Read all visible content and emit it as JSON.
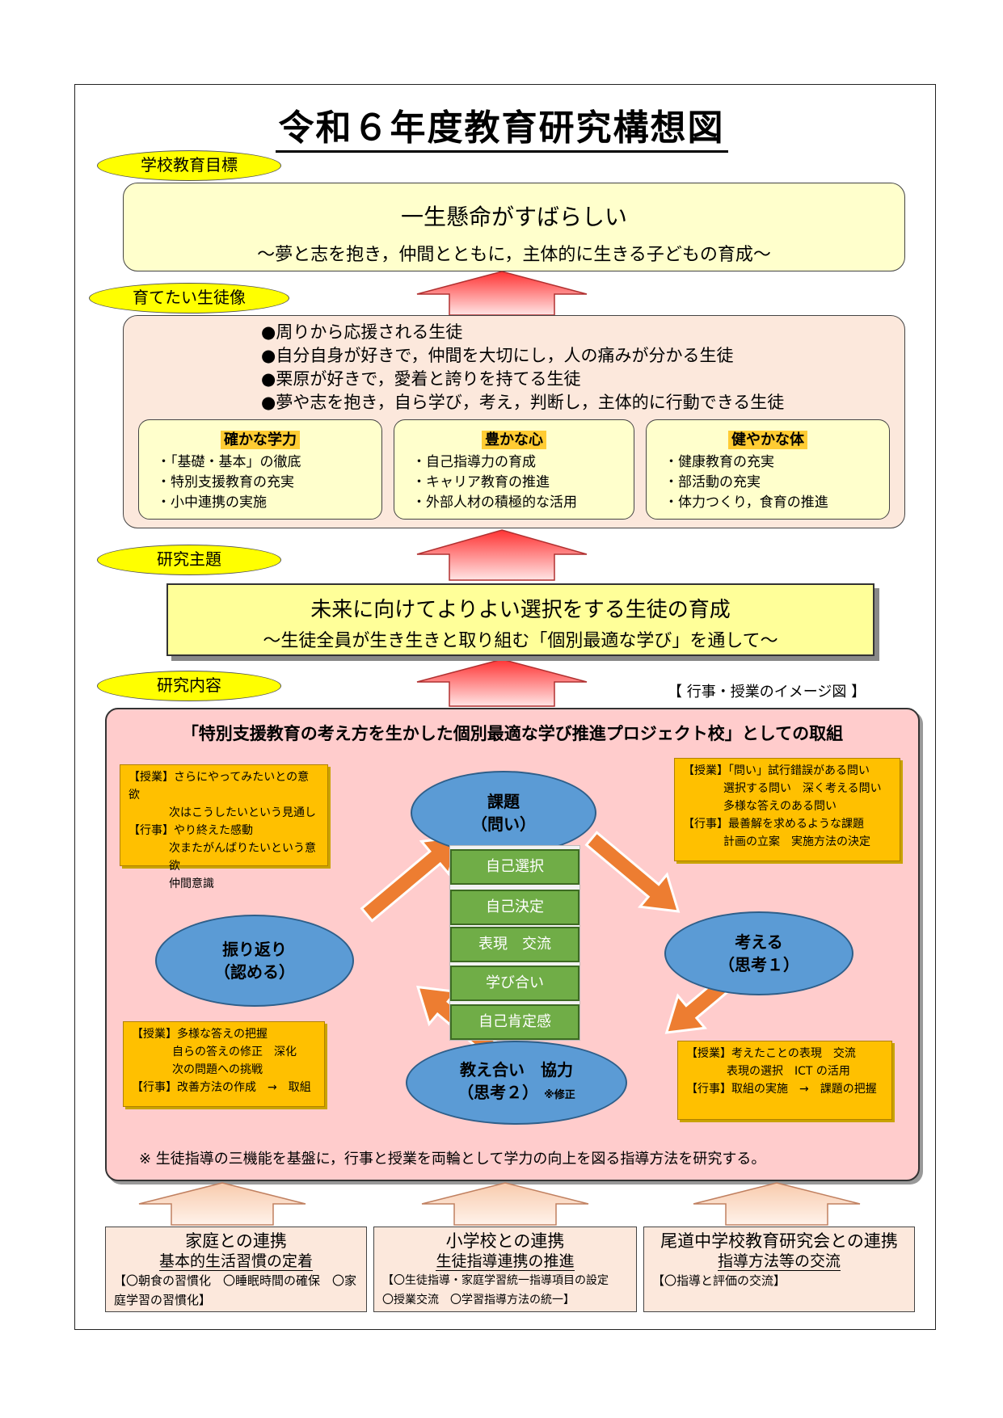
{
  "title": "令和６年度教育研究構想図",
  "labels": {
    "school_goal": "学校教育目標",
    "ideal_student": "育てたい生徒像",
    "research_theme": "研究主題",
    "research_content": "研究内容"
  },
  "school_goal": {
    "main": "一生懸命がすばらしい",
    "sub": "～夢と志を抱き，仲間とともに，主体的に生きる子どもの育成～"
  },
  "ideal_students": [
    "●周りから応援される生徒",
    "●自分自身が好きで，仲間を大切にし，人の痛みが分かる生徒",
    "●栗原が好きで，愛着と誇りを持てる生徒",
    "●夢や志を抱き，自ら学び，考え，判断し，主体的に行動できる生徒"
  ],
  "pillars": [
    {
      "title": "確かな学力",
      "items": [
        "・「基礎・基本」の徹底",
        "・特別支援教育の充実",
        "・小中連携の実施"
      ]
    },
    {
      "title": "豊かな心",
      "items": [
        "・自己指導力の育成",
        "・キャリア教育の推進",
        "・外部人材の積極的な活用"
      ]
    },
    {
      "title": "健やかな体",
      "items": [
        "・健康教育の充実",
        "・部活動の充実",
        "・体力つくり，食育の推進"
      ]
    }
  ],
  "research_theme": {
    "main": "未来に向けてよりよい選択をする生徒の育成",
    "sub": "～生徒全員が生き生きと取り組む「個別最適な学び」を通して～"
  },
  "image_caption": "【 行事・授業のイメージ図 】",
  "project": {
    "title": "「特別支援教育の考え方を生かした個別最適な学び推進プロジェクト校」としての取組",
    "note": "※ 生徒指導の三機能を基盤に，行事と授業を両輪として学力の向上を図る指導方法を研究する。",
    "cycle": {
      "top": [
        "課題",
        "（問い）"
      ],
      "right": [
        "考える",
        "（思考１）"
      ],
      "bottom": [
        "教え合い　協力",
        "（思考２）"
      ],
      "bottom_note": "※修正",
      "left": [
        "振り返り",
        "（認める）"
      ]
    },
    "center": [
      "自己選択",
      "自己決定",
      "表現　交流",
      "学び合い",
      "自己肯定感"
    ],
    "callouts": {
      "top_left": [
        "【授業】さらにやってみたいとの意欲",
        "次はこうしたいという見通し",
        "【行事】やり終えた感動",
        "次またがんばりたいという意欲",
        "仲間意識"
      ],
      "top_right": [
        "【授業】「問い」試行錯誤がある問い",
        "選択する問い　深く考える問い",
        "多様な答えのある問い",
        "【行事】最善解を求めるような課題",
        "計画の立案　実施方法の決定"
      ],
      "bottom_left": [
        "【授業】多様な答えの把握",
        "自らの答えの修正　深化",
        "次の問題への挑戦",
        "【行事】改善方法の作成　→　取組"
      ],
      "bottom_right": [
        "【授業】考えたことの表現　交流",
        "表現の選択　ICT の活用",
        "【行事】取組の実施　→　課題の把握"
      ]
    }
  },
  "partners": [
    {
      "title": "家庭との連携",
      "subtitle": "基本的生活習慣の定着",
      "detail": "【〇朝食の習慣化　〇睡眠時間の確保　〇家庭学習の習慣化】"
    },
    {
      "title": "小学校との連携",
      "subtitle": "生徒指導連携の推進",
      "detail": "【〇生徒指導・家庭学習統一指導項目の設定　〇授業交流　〇学習指導方法の統一】"
    },
    {
      "title": "尾道中学校教育研究会との連携",
      "subtitle": "指導方法等の交流",
      "detail": "【〇指導と評価の交流】"
    }
  ],
  "colors": {
    "goal_fill": "#ffffcc",
    "ideal_fill": "#fce8dc",
    "label_yellow": "#ffff00",
    "arrow_red": "#ff6666",
    "cycle_blue": "#5b9bd5",
    "cycle_arrow": "#ed7d31",
    "center_green": "#70ad47",
    "callout_orange": "#ffc000",
    "pink_panel": "#ffcccc"
  }
}
